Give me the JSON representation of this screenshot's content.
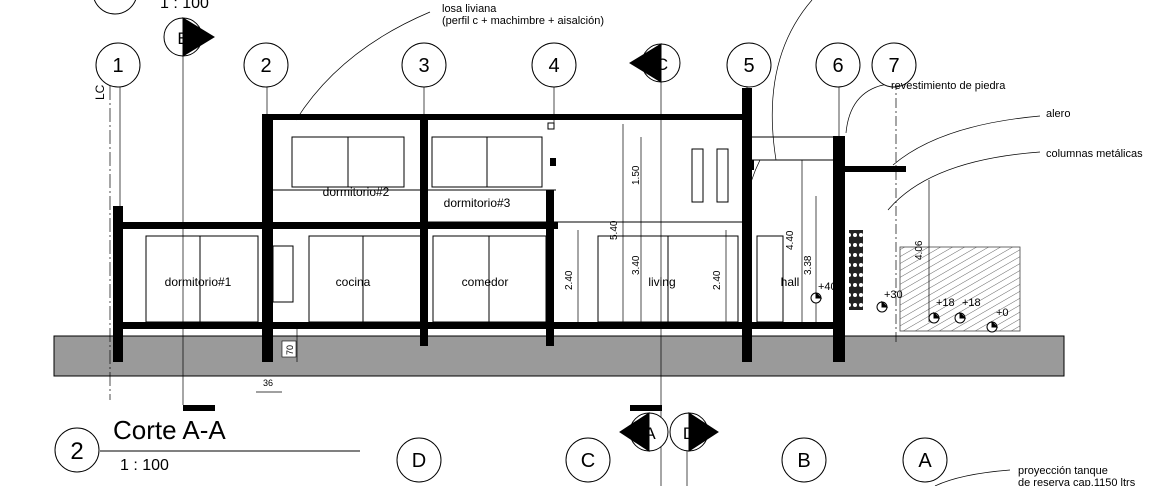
{
  "sheet": {
    "top_scale": "1 : 100",
    "section_title": "Corte A-A",
    "view_number": "2",
    "view_scale": "1 : 100"
  },
  "grid_markers": {
    "vertical": [
      "1",
      "2",
      "3",
      "4",
      "5",
      "6",
      "7"
    ],
    "bottom": [
      "D",
      "C",
      "B",
      "A"
    ],
    "lc_label": "LC"
  },
  "section_markers": [
    "B",
    "C",
    "A",
    "D"
  ],
  "rooms": [
    "dormitorio#1",
    "cocina",
    "comedor",
    "living",
    "hall",
    "dormitorio#2",
    "dormitorio#3"
  ],
  "annotations": {
    "losa_line1": "losa liviana",
    "losa_line2": "(perfil c + machimbre + aisalción)",
    "revestimiento": "revestimiento de piedra",
    "alero": "alero",
    "columnas": "columnas metálicas",
    "tanque_line1": "proyección tanque",
    "tanque_line2": "de reserva cap.1150 ltrs"
  },
  "dimensions": [
    "1.50",
    "5.40",
    "3.40",
    "2.40",
    "2.40",
    "4.40",
    "3.38",
    "4.06",
    "70",
    "36"
  ],
  "levels": [
    "+40",
    "+30",
    "+18",
    "+18",
    "+0"
  ]
}
